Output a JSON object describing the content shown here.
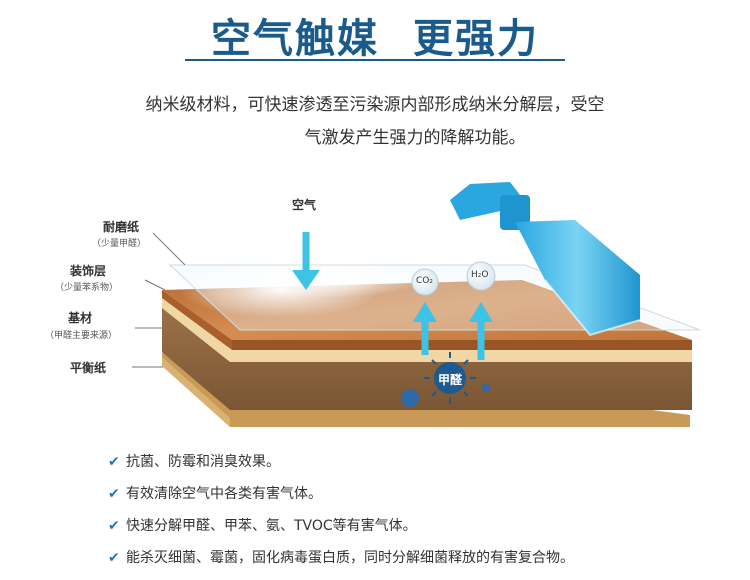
{
  "title": {
    "part1": "空气触媒",
    "part2": "更强力"
  },
  "intro": {
    "line1": "纳米级材料，可快速渗透至污染源内部形成纳米分解层，受空",
    "line2": "气激发产生强力的降解功能。"
  },
  "diagram": {
    "air_label": "空气",
    "molecules": {
      "co2": "CO₂",
      "h2o": "H₂O"
    },
    "formaldehyde": "甲醛",
    "layers": [
      {
        "name": "耐磨纸",
        "note": "（少量甲醛）"
      },
      {
        "name": "装饰层",
        "note": "（少量苯系物）"
      },
      {
        "name": "基材",
        "note": "（甲醛主要来源）"
      },
      {
        "name": "平衡纸",
        "note": ""
      }
    ],
    "colors": {
      "wood_top": "#c97f45",
      "veneer": "#f1d7a6",
      "substrate": "#8e6640",
      "arrow": "#3cc3e6",
      "spray": "#35b7e8"
    }
  },
  "benefits": [
    "抗菌、防霉和消臭效果。",
    "有效清除空气中各类有害气体。",
    "快速分解甲醛、甲苯、氨、TVOC等有害气体。",
    "能杀灭细菌、霉菌，固化病毒蛋白质，同时分解细菌释放的有害复合物。"
  ],
  "icons": {
    "check": "check-icon",
    "bottle": "spray-bottle-icon",
    "bacteria": "bacteria-icon"
  }
}
